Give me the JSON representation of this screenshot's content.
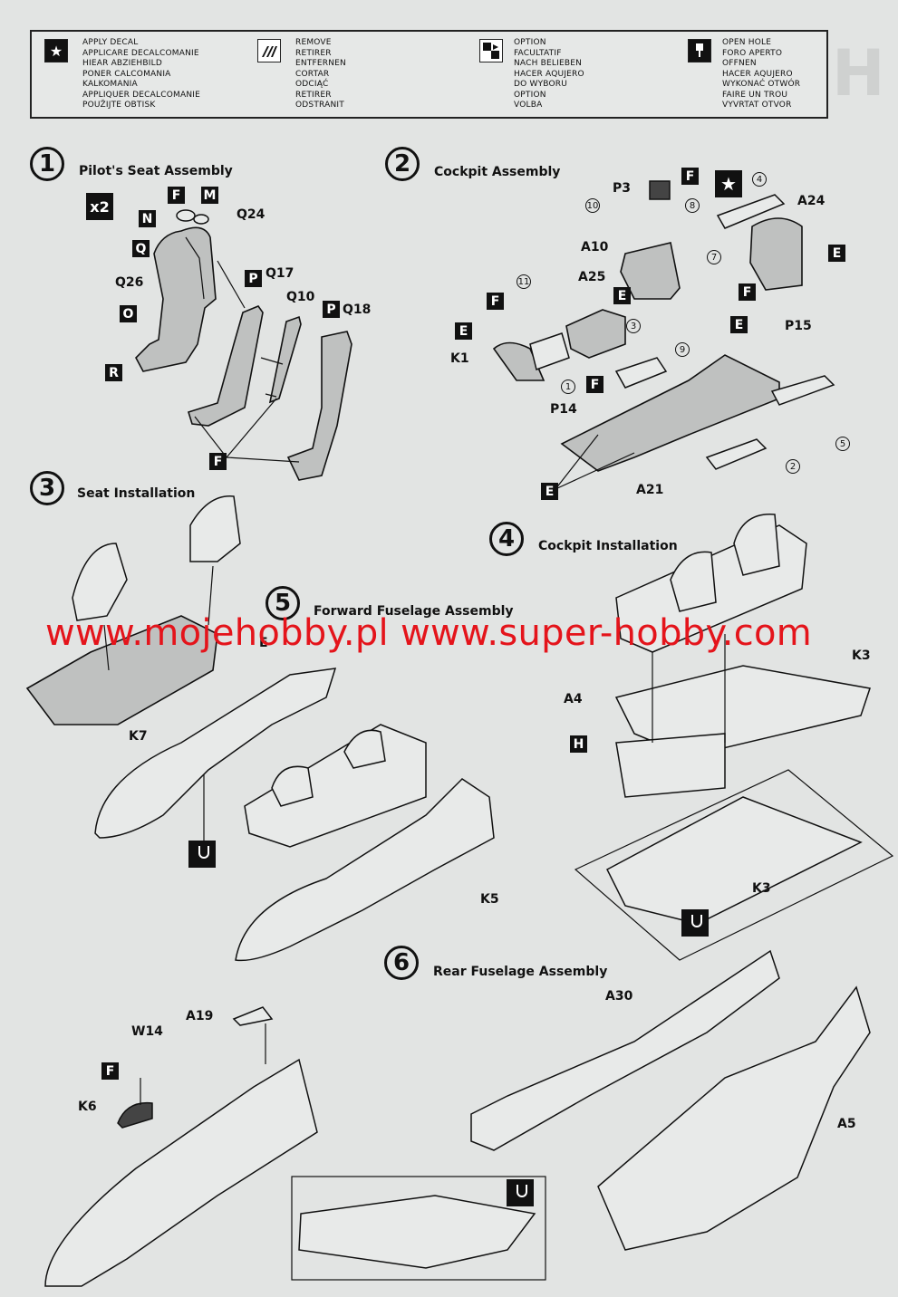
{
  "legend": {
    "apply_decal": [
      "APPLY DECAL",
      "APPLICARE DECALCOMANIE",
      "HIEAR ABZIEHBILD",
      "PONER CALCOMANIA",
      "KALKOMANIA",
      "APPLIQUER DECALCOMANIE",
      "POUŽIJTE OBTISK"
    ],
    "remove": [
      "REMOVE",
      "RETIRER",
      "ENTFERNEN",
      "CORTAR",
      "ODCIĄĆ",
      "RETIRER",
      "ODSTRANIT"
    ],
    "option": [
      "OPTION",
      "FACULTATIF",
      "NACH BELIEBEN",
      "HACER AQUJERO",
      "DO WYBORU",
      "OPTION",
      "VOLBA"
    ],
    "open_hole": [
      "OPEN HOLE",
      "FORO APERTO",
      "OFFNEN",
      "HACER AQUJERO",
      "WYKONAĆ OTWÓR",
      "FAIRE UN TROU",
      "VYVRTAT OTVOR"
    ]
  },
  "steps": {
    "s1": {
      "num": "1",
      "title": "Pilot's Seat Assembly"
    },
    "s2": {
      "num": "2",
      "title": "Cockpit Assembly"
    },
    "s3": {
      "num": "3",
      "title": "Seat Installation"
    },
    "s4": {
      "num": "4",
      "title": "Cockpit Installation"
    },
    "s5": {
      "num": "5",
      "title": "Forward Fuselage Assembly"
    },
    "s6": {
      "num": "6",
      "title": "Rear Fuselage Assembly"
    }
  },
  "s1_labels": {
    "x2": "x2",
    "F": "F",
    "M": "M",
    "N": "N",
    "Q24": "Q24",
    "Q": "Q",
    "Q26": "Q26",
    "O": "O",
    "R": "R",
    "P1": "P",
    "Q17": "Q17",
    "Q10": "Q10",
    "P2": "P",
    "Q18": "Q18",
    "F2": "F"
  },
  "s2_labels": {
    "P3": "P3",
    "F1": "F",
    "c4": "4",
    "A24": "A24",
    "c10": "10",
    "c8": "8",
    "E1": "E",
    "A10": "A10",
    "c7": "7",
    "F2": "F",
    "c11": "11",
    "A25": "A25",
    "E2": "E",
    "E3": "E",
    "P15": "P15",
    "c3": "3",
    "F3": "F",
    "E4": "E",
    "K1": "K1",
    "c9": "9",
    "c1": "1",
    "F4": "F",
    "P14": "P14",
    "c5": "5",
    "c2": "2",
    "E5": "E",
    "A21": "A21"
  },
  "s4_labels": {
    "K3a": "K3",
    "A4": "A4",
    "H": "H",
    "K3b": "K3"
  },
  "s5_labels": {
    "E": "E",
    "K7": "K7",
    "K5": "K5"
  },
  "s6_labels": {
    "A30": "A30",
    "A5": "A5",
    "A19": "A19",
    "W14": "W14",
    "F": "F",
    "K6": "K6"
  },
  "watermark": "www.mojehobby.pl www.super-hobby.com",
  "colors": {
    "watermark": "#e4141b",
    "paper": "#e2e4e3",
    "ink": "#111111"
  }
}
